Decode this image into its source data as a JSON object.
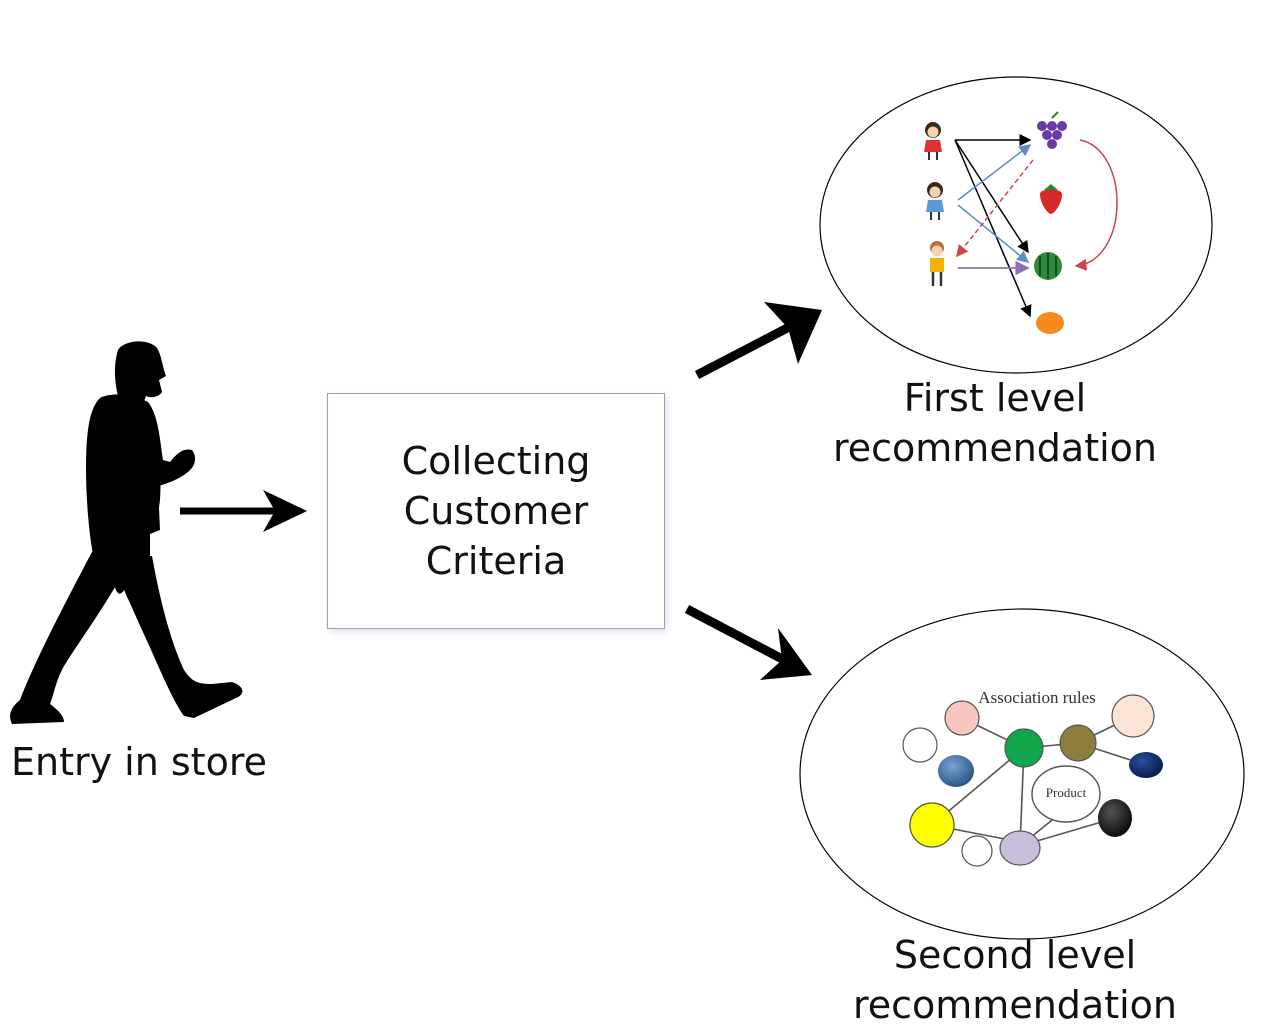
{
  "entry": {
    "label": "Entry in store",
    "icon": "walking-person-icon"
  },
  "process": {
    "lines": [
      "Collecting",
      "Customer",
      "Criteria"
    ]
  },
  "first_level": {
    "lines": [
      "First level",
      "recommendation"
    ],
    "customer_icons": [
      "girl-icon",
      "girl-icon",
      "boy-icon"
    ],
    "product_icons": [
      "grapes-icon",
      "strawberry-icon",
      "watermelon-icon",
      "orange-icon"
    ]
  },
  "second_level": {
    "lines": [
      "Second level",
      "recommendation"
    ],
    "graph_title": "Association rules",
    "center_node": "Product"
  },
  "colors": {
    "box_border": "#8aa6cc",
    "arrow": "#000000",
    "node_green": "#10a64a",
    "node_olive": "#8b7f3e",
    "node_navy": "#0b2a6e",
    "node_yellow": "#ffff00",
    "node_lavender": "#c9bfdc",
    "node_pink": "#f6c7bd",
    "node_peach": "#fbe3d6",
    "node_steel": "#3b6ea8",
    "node_black": "#111111"
  }
}
